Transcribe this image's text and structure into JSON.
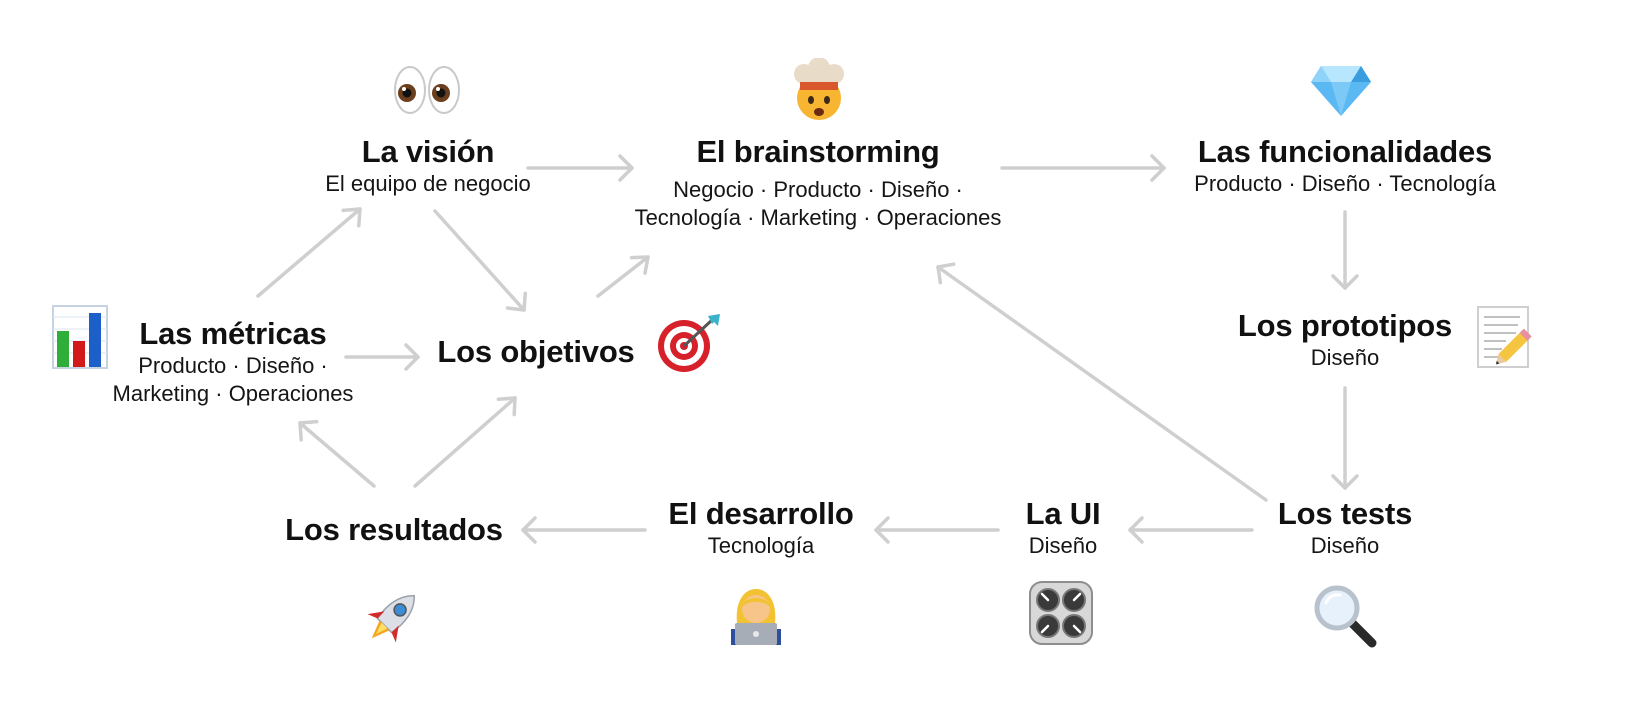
{
  "nodes": {
    "vision": {
      "title": "La visión",
      "sub": "El equipo de negocio",
      "icon": "eyes-icon"
    },
    "brainstorm": {
      "title": "El brainstorming",
      "sub1": "Negocio · Producto · Diseño ·",
      "sub2": "Tecnología · Marketing · Operaciones",
      "icon": "exploding-head-icon"
    },
    "features": {
      "title": "Las funcionalidades",
      "sub": "Producto · Diseño · Tecnología",
      "icon": "gem-icon"
    },
    "metrics": {
      "title": "Las métricas",
      "sub1": "Producto · Diseño ·",
      "sub2": "Marketing · Operaciones",
      "icon": "bar-chart-icon"
    },
    "objectives": {
      "title": "Los objetivos",
      "icon": "direct-hit-target-icon"
    },
    "prototypes": {
      "title": "Los prototipos",
      "sub": "Diseño",
      "icon": "memo-pencil-icon"
    },
    "results": {
      "title": "Los resultados",
      "icon": "rocket-icon"
    },
    "development": {
      "title": "El desarrollo",
      "sub": "Tecnología",
      "icon": "technologist-laptop-icon"
    },
    "ui": {
      "title": "La UI",
      "sub": "Diseño",
      "icon": "control-knobs-icon"
    },
    "tests": {
      "title": "Los tests",
      "sub": "Diseño",
      "icon": "magnifying-glass-icon"
    }
  },
  "edges": [
    {
      "from": "vision",
      "to": "brainstorm"
    },
    {
      "from": "brainstorm",
      "to": "features"
    },
    {
      "from": "features",
      "to": "prototypes"
    },
    {
      "from": "prototypes",
      "to": "tests"
    },
    {
      "from": "tests",
      "to": "ui"
    },
    {
      "from": "tests",
      "to": "brainstorm"
    },
    {
      "from": "ui",
      "to": "development"
    },
    {
      "from": "development",
      "to": "results"
    },
    {
      "from": "results",
      "to": "metrics"
    },
    {
      "from": "results",
      "to": "objectives"
    },
    {
      "from": "metrics",
      "to": "vision"
    },
    {
      "from": "metrics",
      "to": "objectives"
    },
    {
      "from": "vision",
      "to": "objectives"
    },
    {
      "from": "objectives",
      "to": "brainstorm"
    }
  ],
  "colors": {
    "arrow": "#cfcfcf",
    "text": "#111111"
  }
}
